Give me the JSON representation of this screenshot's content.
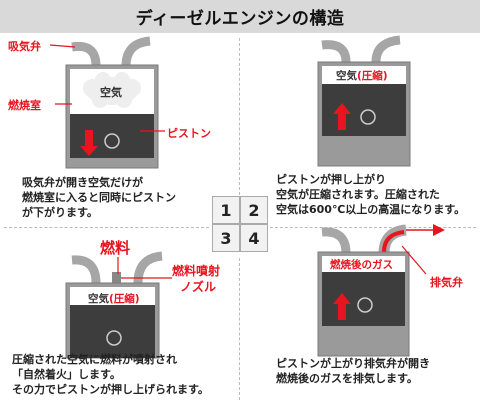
{
  "title": "ディーゼルエンジンの構造",
  "panel1": {
    "labels": {
      "intake_valve": "吸気弁",
      "combustion_chamber": "燃焼室",
      "piston": "ピストン",
      "air": "空気"
    },
    "description": [
      "吸気弁が開き空気だけが",
      "燃焼室に入ると同時にピストン",
      "が下がります。"
    ]
  },
  "panel2": {
    "labels": {
      "air": "空気",
      "compression": "(圧縮)"
    },
    "description": [
      "ピストンが押し上がり",
      "空気が圧縮されます。圧縮された",
      "空気は600℃以上の高温になります。"
    ]
  },
  "panel3": {
    "labels": {
      "fuel": "燃料",
      "injection_nozzle_1": "燃料噴射",
      "injection_nozzle_2": "ノズル",
      "air": "空気",
      "compression": "(圧縮)"
    },
    "description": [
      "圧縮された空気に燃料が噴射され",
      "「自然着火」します。",
      "その力でピストンが押し上げられます。"
    ]
  },
  "panel4": {
    "labels": {
      "combustion_gas": "燃焼後のガス",
      "exhaust_valve": "排気弁"
    },
    "description": [
      "ピストンが上がり排気弁が開き",
      "燃焼後のガスを排気します。"
    ]
  },
  "step_numbers": [
    "1",
    "2",
    "3",
    "4"
  ],
  "colors": {
    "red": "#e8141e",
    "cylinder": "#9a9a9a",
    "dark": "#3d3d3d",
    "pipe": "#a6a6a6"
  }
}
